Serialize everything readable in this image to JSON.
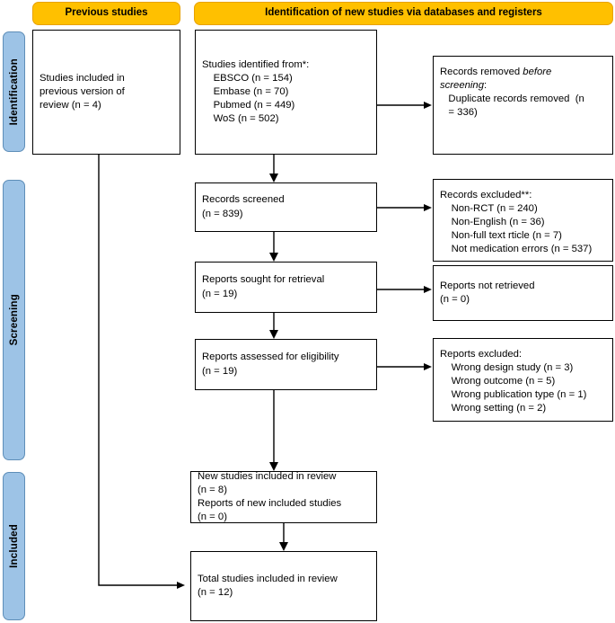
{
  "diagram": {
    "type": "prisma-flow-diagram",
    "title": "PRISMA 2020 flow diagram for updated systematic reviews"
  },
  "headers": [
    {
      "id": "previous-studies",
      "label": "Previous studies"
    },
    {
      "id": "new-studies",
      "label": "Identification of new studies via databases and registers"
    }
  ],
  "stages": [
    {
      "id": "identification",
      "label": "Identification"
    },
    {
      "id": "screening",
      "label": "Screening"
    },
    {
      "id": "included",
      "label": "Included"
    }
  ],
  "nodes": {
    "previous_version": {
      "name": "studies-included-previous-version",
      "text": "Studies included in\nprevious version of\nreview (n = 4)"
    },
    "identified_from": {
      "name": "studies-identified-from-databases",
      "text": "Studies identified from*:\n    EBSCO (n = 154)\n    Embase (n = 70)\n    Pubmed (n = 449)\n    WoS (n = 502)"
    },
    "records_removed": {
      "name": "records-removed-before-screening",
      "line1_pre": "Records removed ",
      "line1_italic": "before",
      "line2_italic": "screening",
      "line2_post": ":",
      "line3": "   Duplicate records removed  (n\n   = 336)"
    },
    "records_screened": {
      "name": "records-screened",
      "text": "Records screened\n(n = 839)"
    },
    "records_excluded": {
      "name": "records-excluded",
      "text": "Records excluded**:\n    Non-RCT (n = 240)\n    Non-English (n = 36)\n    Non-full text rticle (n = 7)\n    Not medication errors (n = 537)"
    },
    "reports_sought": {
      "name": "reports-sought-for-retrieval",
      "text": "Reports sought for retrieval\n(n = 19)"
    },
    "reports_not_retrieved": {
      "name": "reports-not-retrieved",
      "text": "Reports not retrieved\n(n = 0)"
    },
    "reports_assessed": {
      "name": "reports-assessed-for-eligibility",
      "text": "Reports assessed for eligibility\n(n = 19)"
    },
    "reports_excluded": {
      "name": "reports-excluded",
      "text": "Reports excluded:\n    Wrong design study (n = 3)\n    Wrong outcome (n = 5)\n    Wrong publication type (n = 1)\n    Wrong setting (n = 2)"
    },
    "new_included": {
      "name": "new-studies-included-in-review",
      "text": "New studies included in review\n(n = 8)\nReports of new included studies\n(n = 0)"
    },
    "total_included": {
      "name": "total-studies-included-in-review",
      "text": "Total studies included in review\n(n = 12)"
    }
  },
  "counts": {
    "previous_review": 4,
    "ebsco": 154,
    "embase": 70,
    "pubmed": 449,
    "wos": 502,
    "duplicates_removed": 336,
    "records_screened": 839,
    "excluded_non_rct": 240,
    "excluded_non_english": 36,
    "excluded_non_full_text": 7,
    "excluded_not_medication_errors": 537,
    "reports_sought": 19,
    "reports_not_retrieved": 0,
    "reports_assessed": 19,
    "excluded_wrong_design": 3,
    "excluded_wrong_outcome": 5,
    "excluded_wrong_publication_type": 1,
    "excluded_wrong_setting": 2,
    "new_studies_included": 8,
    "reports_of_new_included": 0,
    "total_included": 12
  },
  "colors": {
    "header_orange": "#FFC000",
    "stage_blue": "#9DC3E6",
    "box_border": "#000000",
    "text": "#000000",
    "background": "#FFFFFF"
  }
}
